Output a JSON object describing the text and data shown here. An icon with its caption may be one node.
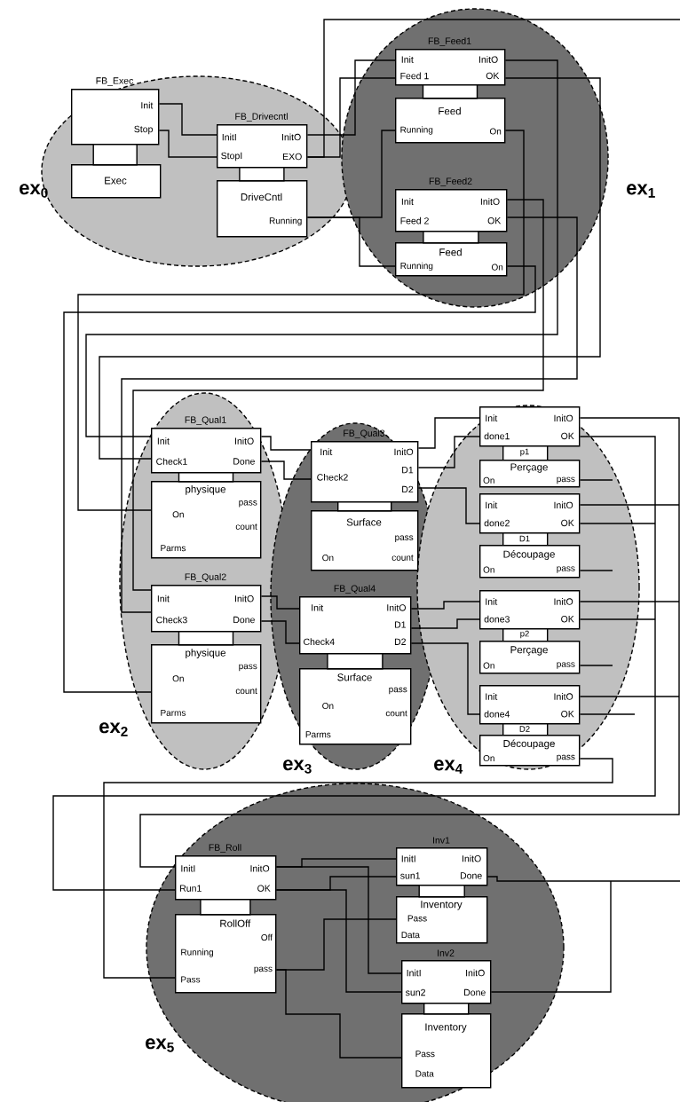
{
  "diagram": {
    "nodes": [
      {
        "text": [
          "ex$_{0}$"
        ]
      },
      {
        "text": [
          "FB_Exec",
          "Init",
          "Stop"
        ],
        "in": 0
      },
      {
        "text": [
          "Exec"
        ],
        "in": 0
      },
      {
        "text": [
          "FB_Drivecntl",
          "InitI",
          "InitO",
          "StopI",
          "EXO"
        ],
        "in": 0
      },
      {
        "text": [
          "DriveCntl",
          "Running"
        ],
        "in": 0
      },
      {
        "text": [
          "ex$_{1}$"
        ]
      },
      {
        "text": [
          "FB_Feed1",
          "Init",
          "InitO",
          "Feed 1",
          "OK"
        ],
        "in": 5
      },
      {
        "text": [
          "Feed",
          "Running",
          "On"
        ],
        "in": 5
      },
      {
        "text": [
          "FB_Feed2",
          "Init",
          "InitO",
          "Feed 2",
          "OK"
        ],
        "in": 5
      },
      {
        "text": [
          "Feed",
          "Running",
          "On"
        ],
        "in": 5
      },
      {
        "text": [
          "ex$_{2}$"
        ]
      },
      {
        "text": [
          "FB_Qual1",
          "Init",
          "InitO",
          "Check1",
          "Done"
        ],
        "in": 10
      },
      {
        "text": [
          "physique",
          "pass",
          "On",
          "count",
          "Parms"
        ],
        "in": 10
      },
      {
        "text": [
          "FB_Qual2",
          "Init",
          "InitO",
          "Check3",
          "Done"
        ],
        "in": 10
      },
      {
        "text": [
          "physique",
          "pass",
          "On",
          "count",
          "Parms"
        ],
        "in": 10
      },
      {
        "text": [
          "ex$_{3}$"
        ]
      },
      {
        "text": [
          "FB_Qual3",
          "Init",
          "InitO",
          "Check2",
          "D1",
          "D2"
        ],
        "in": 15
      },
      {
        "text": [
          "Surface",
          "pass",
          "On",
          "count"
        ],
        "in": 15
      },
      {
        "text": [
          "FB_Qual4",
          "Init",
          "InitO",
          "D1",
          "Check4",
          "D2"
        ],
        "in": 15
      },
      {
        "text": [
          "Surface",
          "pass",
          "On",
          "count",
          "Parms"
        ],
        "in": 15
      },
      {
        "text": [
          "ex$_{4}$"
        ]
      },
      {
        "text": [
          "Init",
          "InitO",
          "done1",
          "OK"
        ],
        "in": 20
      },
      {
        "text": [
          "p1"
        ],
        "in": 20
      },
      {
        "text": [
          "Perçage",
          "On",
          "pass"
        ],
        "in": 20
      },
      {
        "text": [
          "Init",
          "InitO",
          "done2",
          "OK"
        ],
        "in": 20
      },
      {
        "text": [
          "D1"
        ],
        "in": 20
      },
      {
        "text": [
          "Découpage",
          "On",
          "pass"
        ],
        "in": 20
      },
      {
        "text": [
          "Init",
          "InitO",
          "done3",
          "OK"
        ],
        "in": 20
      },
      {
        "text": [
          "p2"
        ],
        "in": 20
      },
      {
        "text": [
          "Perçage",
          "On",
          "pass"
        ],
        "in": 20
      },
      {
        "text": [
          "Init",
          "InitO",
          "done4",
          "OK"
        ],
        "in": 20
      },
      {
        "text": [
          "D2"
        ],
        "in": 20
      },
      {
        "text": [
          "Découpage",
          "On",
          "pass"
        ],
        "in": 20
      },
      {
        "text": [
          "ex$_{5}$"
        ]
      },
      {
        "text": [
          "FB_Roll",
          "InitI",
          "InitO",
          "Run1",
          "OK"
        ],
        "in": 33
      },
      {
        "text": [
          "RollOff",
          "Off",
          "Running",
          "pass",
          "Pass"
        ],
        "in": 33
      },
      {
        "text": [
          "Inv1",
          "InitI",
          "InitO",
          "sun1",
          "Done"
        ],
        "in": 33
      },
      {
        "text": [
          "Inventory",
          "Pass",
          "Data"
        ],
        "in": 33
      },
      {
        "text": [
          "Inv2",
          "InitI",
          "InitO",
          "sun2",
          "Done"
        ],
        "in": 33
      },
      {
        "text": [
          "Inventory",
          "Pass",
          "Data"
        ],
        "in": 33
      },
      {
        "text": [],
        "shape": "box",
        "in": 0
      },
      {
        "text": [],
        "shape": "box",
        "in": 0
      },
      {
        "text": [],
        "shape": "box",
        "in": 5
      },
      {
        "text": [],
        "shape": "box",
        "in": 5
      },
      {
        "text": [],
        "shape": "box",
        "in": 10
      },
      {
        "text": [],
        "shape": "box",
        "in": 10
      },
      {
        "text": [],
        "shape": "box",
        "in": 15
      },
      {
        "text": [],
        "shape": "box",
        "in": 15
      },
      {
        "text": [],
        "shape": "box",
        "in": 33
      },
      {
        "text": [],
        "shape": "box",
        "in": 33
      },
      {
        "text": [],
        "shape": "box",
        "in": 33
      }
    ],
    "edges": [
      {
        "from": 1,
        "to": 3,
        "arrow": "none"
      },
      {
        "from": 1,
        "to": 3,
        "arrow": "none"
      },
      {
        "from": 3,
        "to": 6,
        "arrow": "none"
      },
      {
        "from": 3,
        "to": 6,
        "arrow": "none"
      },
      {
        "from": 4,
        "to": 7,
        "arrow": "none"
      },
      {
        "from": 4,
        "to": 9,
        "arrow": "none"
      },
      {
        "from": 3,
        "to": null,
        "arrow": "none"
      },
      {
        "from": 6,
        "to": 11,
        "arrow": "none"
      },
      {
        "from": 6,
        "to": 11,
        "arrow": "none"
      },
      {
        "from": 7,
        "to": 12,
        "arrow": "none"
      },
      {
        "from": 8,
        "to": 13,
        "arrow": "none"
      },
      {
        "from": 8,
        "to": 13,
        "arrow": "none"
      },
      {
        "from": 9,
        "to": 14,
        "arrow": "none"
      },
      {
        "from": 11,
        "to": 16,
        "arrow": "none"
      },
      {
        "from": 11,
        "to": 16,
        "arrow": "none"
      },
      {
        "from": 13,
        "to": 18,
        "arrow": "none"
      },
      {
        "from": 13,
        "to": 18,
        "arrow": "none"
      },
      {
        "from": 16,
        "to": 21,
        "arrow": "none"
      },
      {
        "from": 16,
        "to": 21,
        "arrow": "none"
      },
      {
        "from": 16,
        "to": 24,
        "arrow": "none"
      },
      {
        "from": 18,
        "to": 27,
        "arrow": "none"
      },
      {
        "from": 18,
        "to": 27,
        "arrow": "none"
      },
      {
        "from": 18,
        "to": 30,
        "arrow": "none"
      },
      {
        "from": 21,
        "to": 34,
        "arrow": "none"
      },
      {
        "from": 21,
        "to": 34,
        "arrow": "none"
      },
      {
        "from": 32,
        "to": 35,
        "arrow": "none"
      },
      {
        "from": 23,
        "to": null,
        "arrow": "none"
      },
      {
        "from": 24,
        "to": null,
        "arrow": "none"
      },
      {
        "from": 24,
        "to": null,
        "arrow": "none"
      },
      {
        "from": 26,
        "to": null,
        "arrow": "none"
      },
      {
        "from": 27,
        "to": null,
        "arrow": "none"
      },
      {
        "from": 27,
        "to": null,
        "arrow": "none"
      },
      {
        "from": 29,
        "to": null,
        "arrow": "none"
      },
      {
        "from": 30,
        "to": null,
        "arrow": "none"
      },
      {
        "from": 30,
        "to": null,
        "arrow": "none"
      },
      {
        "from": 34,
        "to": 36,
        "arrow": "none"
      },
      {
        "from": 34,
        "to": 38,
        "arrow": "none"
      },
      {
        "from": 34,
        "to": 36,
        "arrow": "none"
      },
      {
        "from": 34,
        "to": 38,
        "arrow": "none"
      },
      {
        "from": 35,
        "to": 37,
        "arrow": "none"
      },
      {
        "from": 35,
        "to": 39,
        "arrow": "none"
      },
      {
        "from": 36,
        "to": null,
        "arrow": "none"
      },
      {
        "from": 38,
        "to": null,
        "arrow": "none"
      }
    ]
  }
}
